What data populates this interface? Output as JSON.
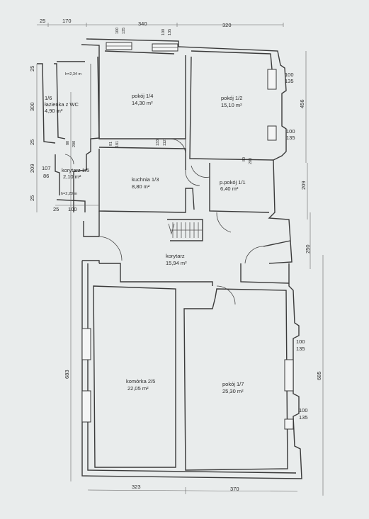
{
  "rooms": [
    {
      "label": "pokój 1/4",
      "area": "14,30 m²"
    },
    {
      "label": "pokój 1/2",
      "area": "15,10 m²"
    },
    {
      "label": "1/6",
      "label2": "łazienka z WC",
      "area": "4,90 m²"
    },
    {
      "label": "kuchnia 1/3",
      "area": "8,80 m²"
    },
    {
      "label": "korytarz 1/5",
      "area": "2,10 m²"
    },
    {
      "label": "p.pokój 1/1",
      "area": "6,40 m²"
    },
    {
      "label": "korytarz",
      "area": "15,94 m²"
    },
    {
      "label": "komórka 2/5",
      "area": "22,05 m²"
    },
    {
      "label": "pokój 1/7",
      "area": "25,30 m²"
    }
  ],
  "heights": {
    "top": "h=2,34 m",
    "bottom": "h=2,20 m"
  },
  "dims": {
    "top": [
      "25",
      "170",
      "340",
      "320"
    ],
    "bottom": [
      "323",
      "370"
    ],
    "left": [
      "25",
      "300",
      "25",
      "209",
      "25",
      "683"
    ],
    "right": [
      "456",
      "209",
      "250",
      "685"
    ],
    "openings": [
      "100",
      "135",
      "100",
      "135",
      "100",
      "135",
      "100",
      "135",
      "100",
      "135",
      "100",
      "135"
    ],
    "inner": [
      "80",
      "200",
      "107",
      "86",
      "25",
      "100",
      "91",
      "181",
      "133",
      "112",
      "80",
      "200"
    ]
  }
}
